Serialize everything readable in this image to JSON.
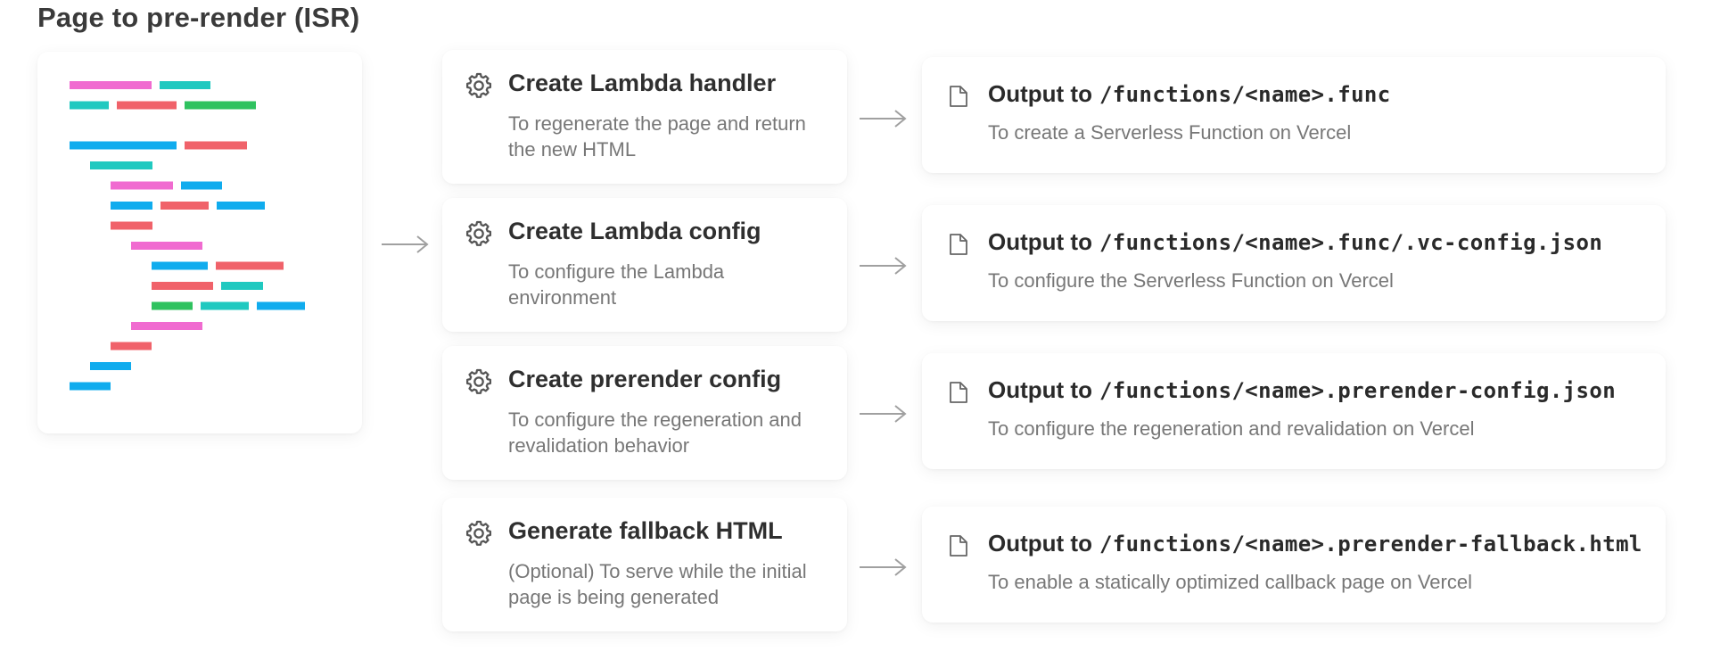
{
  "page_title": "Page to pre-render (ISR)",
  "colors": {
    "pink": "#f06bd0",
    "teal": "#20c9c0",
    "red": "#f0626a",
    "green": "#2fc25f",
    "blue": "#10acee",
    "arrow": "#a0a0a0",
    "icon": "#555555"
  },
  "code_lines": [
    {
      "segments": [
        [
          "pink",
          92
        ],
        [
          "teal",
          57
        ]
      ],
      "indent": 0
    },
    {
      "segments": [
        [
          "teal",
          44
        ],
        [
          "red",
          67
        ],
        [
          "green",
          80
        ]
      ],
      "indent": 0
    },
    {
      "segments": [],
      "indent": 0
    },
    {
      "segments": [
        [
          "blue",
          120
        ],
        [
          "red",
          70
        ]
      ],
      "indent": 0
    },
    {
      "segments": [
        [
          "teal",
          70
        ]
      ],
      "indent": 1
    },
    {
      "segments": [
        [
          "pink",
          70
        ],
        [
          "blue",
          46
        ]
      ],
      "indent": 2
    },
    {
      "segments": [
        [
          "blue",
          47
        ],
        [
          "red",
          54
        ],
        [
          "blue",
          54
        ]
      ],
      "indent": 2
    },
    {
      "segments": [
        [
          "red",
          47
        ]
      ],
      "indent": 2
    },
    {
      "segments": [
        [
          "pink",
          80
        ]
      ],
      "indent": 3
    },
    {
      "segments": [
        [
          "blue",
          63
        ],
        [
          "red",
          76
        ]
      ],
      "indent": 4
    },
    {
      "segments": [
        [
          "red",
          69
        ],
        [
          "teal",
          47
        ]
      ],
      "indent": 4
    },
    {
      "segments": [
        [
          "green",
          46
        ],
        [
          "teal",
          54
        ],
        [
          "blue",
          54
        ]
      ],
      "indent": 4
    },
    {
      "segments": [
        [
          "pink",
          80
        ]
      ],
      "indent": 3
    },
    {
      "segments": [
        [
          "red",
          46
        ]
      ],
      "indent": 2
    },
    {
      "segments": [
        [
          "blue",
          46
        ]
      ],
      "indent": 1
    },
    {
      "segments": [
        [
          "blue",
          46
        ]
      ],
      "indent": 0
    }
  ],
  "steps": [
    {
      "icon": "gear-icon",
      "title": "Create Lambda handler",
      "desc": "To regenerate the page and return the new HTML"
    },
    {
      "icon": "gear-icon",
      "title": "Create Lambda config",
      "desc": "To configure the Lambda environment"
    },
    {
      "icon": "gear-icon",
      "title": "Create prerender config",
      "desc": "To configure the regeneration and revalidation behavior"
    },
    {
      "icon": "gear-icon",
      "title": "Generate fallback HTML",
      "desc": "(Optional) To serve while the initial page is being generated"
    }
  ],
  "outputs": [
    {
      "icon": "file-icon",
      "label": "Output to",
      "path": "/functions/<name>.func",
      "desc": "To create a Serverless Function on Vercel"
    },
    {
      "icon": "file-icon",
      "label": "Output to",
      "path": "/functions/<name>.func/.vc-config.json",
      "desc": "To configure the Serverless Function on Vercel"
    },
    {
      "icon": "file-icon",
      "label": "Output to",
      "path": "/functions/<name>.prerender-config.json",
      "desc": "To configure the regeneration and revalidation on Vercel"
    },
    {
      "icon": "file-icon",
      "label": "Output to",
      "path": "/functions/<name>.prerender-fallback.html",
      "desc": "To enable a statically optimized callback page on Vercel"
    }
  ]
}
